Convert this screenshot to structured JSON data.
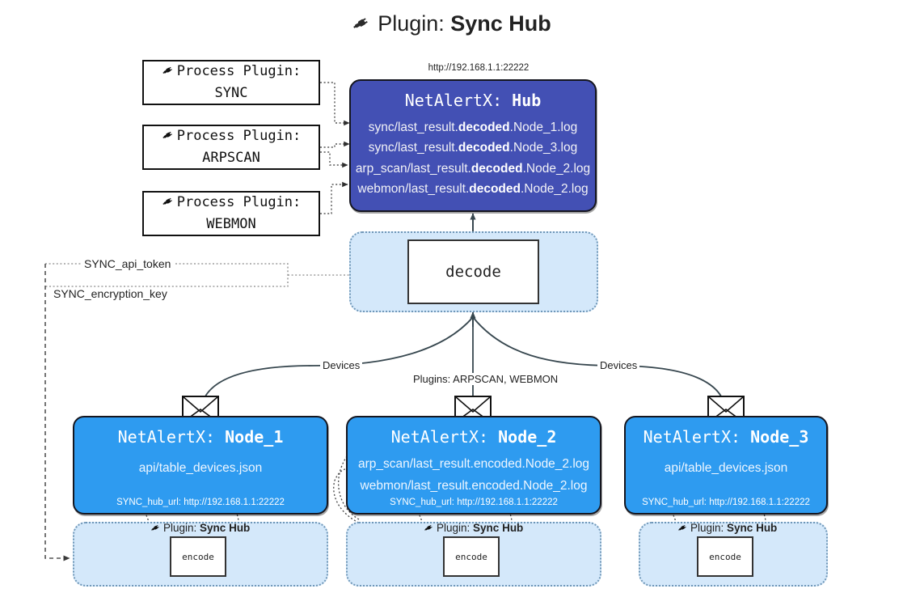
{
  "title": {
    "prefix": "Plugin:",
    "name": "Sync Hub",
    "icon": "plug-icon"
  },
  "process_plugins": [
    {
      "label": "Process Plugin:",
      "name": "SYNC",
      "icon": "plug-icon"
    },
    {
      "label": "Process Plugin:",
      "name": "ARPSCAN",
      "icon": "plug-icon"
    },
    {
      "label": "Process Plugin:",
      "name": "WEBMON",
      "icon": "plug-icon"
    }
  ],
  "hub": {
    "url": "http://192.168.1.1:22222",
    "app": "NetAlertX:",
    "name": "Hub",
    "logs": [
      {
        "pre": "sync/last_result.",
        "mid": "decoded",
        "post": ".Node_1.log"
      },
      {
        "pre": "sync/last_result.",
        "mid": "decoded",
        "post": ".Node_3.log"
      },
      {
        "pre": "arp_scan/last_result.",
        "mid": "decoded",
        "post": ".Node_2.log"
      },
      {
        "pre": "webmon/last_result.",
        "mid": "decoded",
        "post": ".Node_2.log"
      }
    ]
  },
  "decode": {
    "label": "decode"
  },
  "tokens": {
    "api_token": "SYNC_api_token",
    "encryption_key": "SYNC_encryption_key"
  },
  "edge_labels": {
    "devices_left": "Devices",
    "devices_right": "Devices",
    "plugins_center": "Plugins: ARPSCAN, WEBMON"
  },
  "nodes": [
    {
      "app": "NetAlertX:",
      "name": "Node_1",
      "lines": [
        {
          "text": "api/table_devices.json"
        }
      ],
      "footer": "SYNC_hub_url: http://192.168.1.1:22222",
      "plugin_caption_prefix": "Plugin:",
      "plugin_caption_name": "Sync Hub",
      "encode_label": "encode"
    },
    {
      "app": "NetAlertX:",
      "name": "Node_2",
      "lines": [
        {
          "text": "arp_scan/last_result.encoded.Node_2.log"
        },
        {
          "text": "webmon/last_result.encoded.Node_2.log"
        }
      ],
      "footer": "SYNC_hub_url: http://192.168.1.1:22222",
      "plugin_caption_prefix": "Plugin:",
      "plugin_caption_name": "Sync Hub",
      "encode_label": "encode"
    },
    {
      "app": "NetAlertX:",
      "name": "Node_3",
      "lines": [
        {
          "text": "api/table_devices.json"
        }
      ],
      "footer": "SYNC_hub_url: http://192.168.1.1:22222",
      "plugin_caption_prefix": "Plugin:",
      "plugin_caption_name": "Sync Hub",
      "encode_label": "encode"
    }
  ],
  "colors": {
    "hub_blue": "#4350b4",
    "node_blue": "#2e9bf0",
    "cluster_blue": "#d4e8fa",
    "line": "#3a3a3a"
  }
}
